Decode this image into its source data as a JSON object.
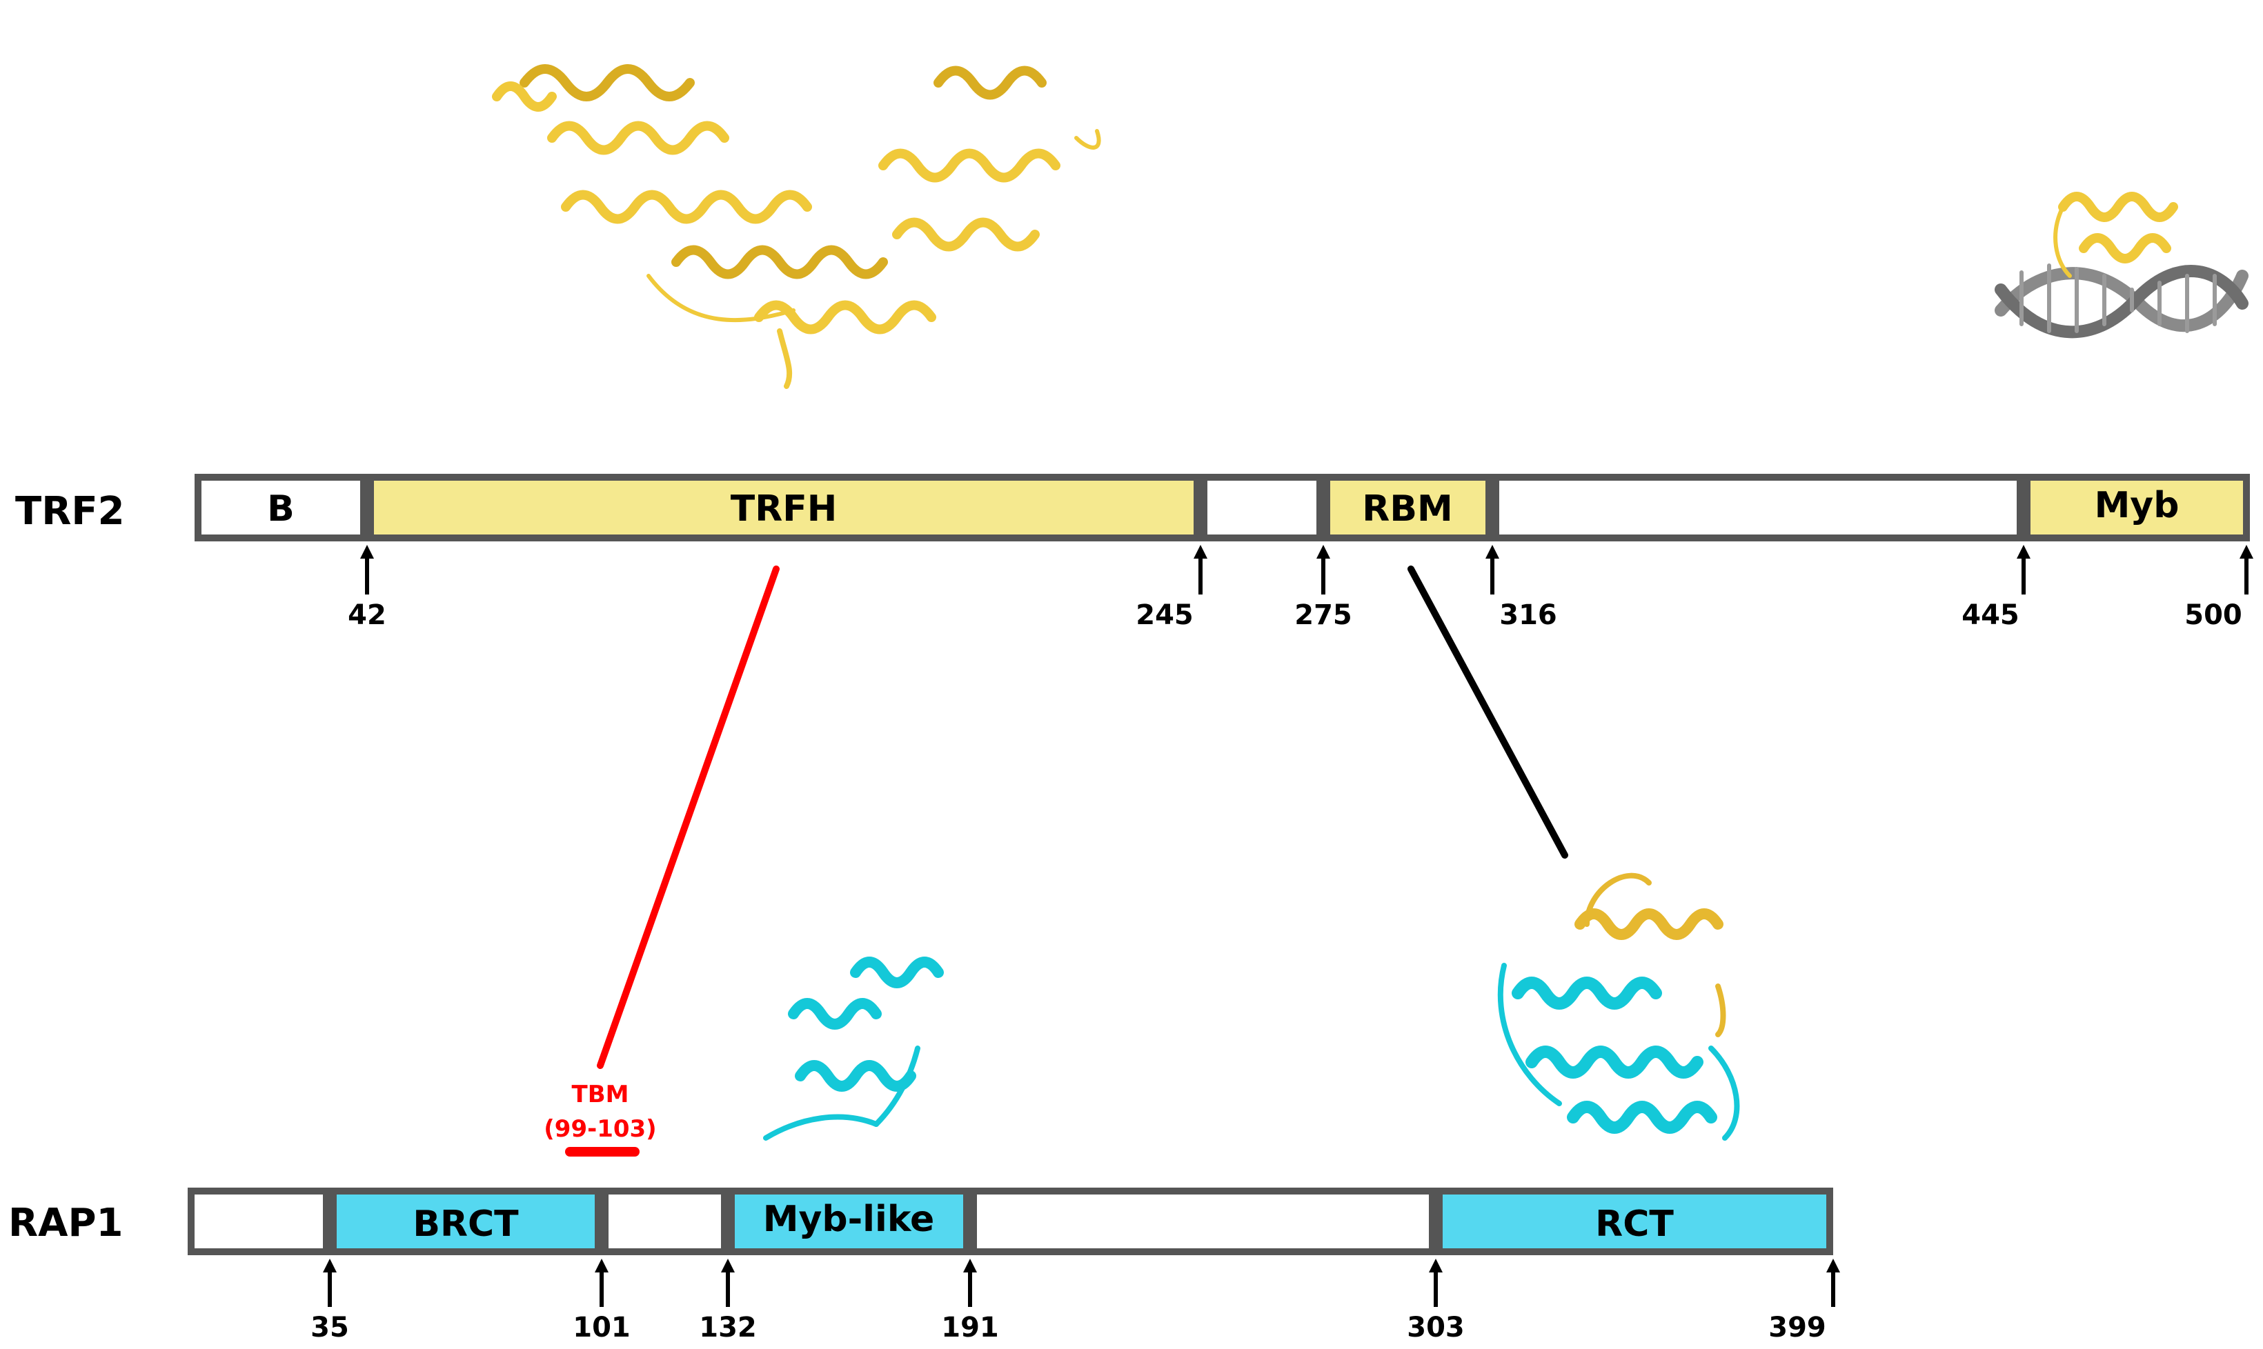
{
  "trf2": {
    "label": "TRF2",
    "domains": [
      "B",
      "TRFH",
      "",
      "RBM",
      "",
      "Myb"
    ],
    "positions": [
      "42",
      "245",
      "275",
      "316",
      "445",
      "500"
    ]
  },
  "rap1": {
    "label": "RAP1",
    "domains": [
      "",
      "BRCT",
      "",
      "Myb-like",
      "",
      "RCT"
    ],
    "positions": [
      "35",
      "101",
      "132",
      "191",
      "303",
      "399"
    ]
  },
  "tbm": {
    "label": "TBM",
    "range": "(99-103)"
  },
  "colors": {
    "trf2_domain": "#f5e98f",
    "rap1_domain": "#55d8f0",
    "box_border": "#555555",
    "tbm_link": "#ff0000",
    "rbm_link": "#000000",
    "structure_yellow": "#f0c93a",
    "structure_cyan": "#14c8d8",
    "dna_gray": "#8a8a8a"
  },
  "icons": {
    "trfh_structure": "trfh-structure-icon",
    "myb_dna_structure": "myb-dna-structure-icon",
    "myb_like_structure": "myb-like-structure-icon",
    "rct_rbm_complex": "rct-rbm-complex-icon"
  }
}
